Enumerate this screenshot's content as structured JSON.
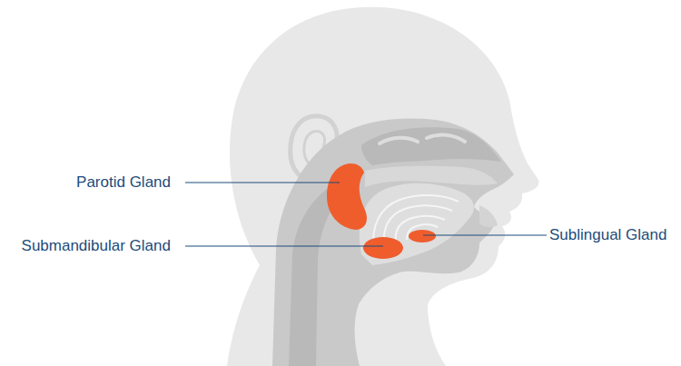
{
  "diagram": {
    "labels": [
      "Parotid Gland",
      "Submandibular Gland",
      "Sublingual Gland"
    ]
  }
}
